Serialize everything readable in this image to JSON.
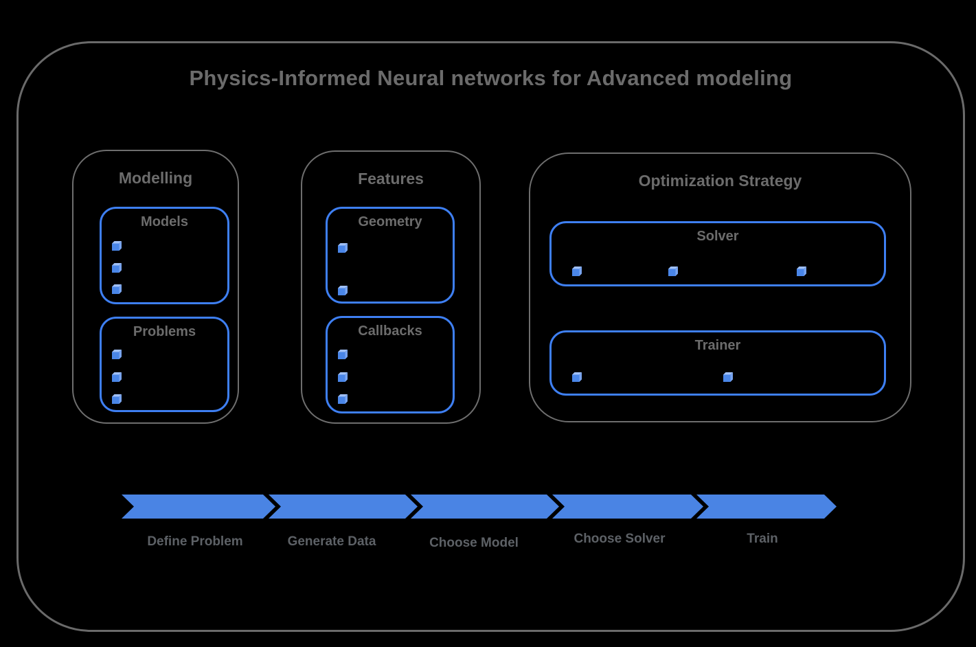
{
  "title": "Physics-Informed Neural networks for Advanced modeling",
  "sections": [
    {
      "title": "Modelling",
      "boxes": [
        {
          "title": "Models",
          "bullet_count": 3
        },
        {
          "title": "Problems",
          "bullet_count": 3
        }
      ]
    },
    {
      "title": "Features",
      "boxes": [
        {
          "title": "Geometry",
          "bullet_count": 2
        },
        {
          "title": "Callbacks",
          "bullet_count": 3
        }
      ]
    },
    {
      "title": "Optimization Strategy",
      "boxes": [
        {
          "title": "Solver",
          "bullet_count": 3
        },
        {
          "title": "Trainer",
          "bullet_count": 2
        }
      ]
    }
  ],
  "pipeline": {
    "steps": [
      "Define Problem",
      "Generate Data",
      "Choose Model",
      "Choose Solver",
      "Train"
    ]
  },
  "icons": {
    "bullet": "cube-icon"
  },
  "colors": {
    "background": "#000000",
    "outline_gray": "#6e6e6e",
    "text_gray": "#6b6b6b",
    "box_border_blue": "#3e7ff2",
    "arrow_blue": "#4a84e4",
    "cube_front": "#4a86e8",
    "cube_top": "#a0c0f6",
    "cube_side": "#78a4f0"
  }
}
